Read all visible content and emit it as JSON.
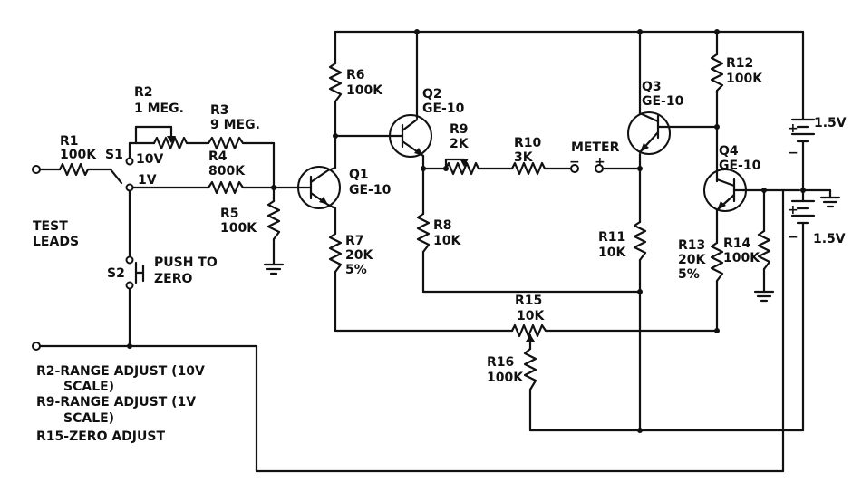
{
  "labels": {
    "r1": [
      "R1",
      "100K"
    ],
    "s1": [
      "S1"
    ],
    "r2": [
      "R2",
      "1 MEG."
    ],
    "s1_10v": [
      "10V"
    ],
    "s1_1v": [
      "1V"
    ],
    "r3": [
      "R3",
      "9 MEG."
    ],
    "r4": [
      "R4",
      "800K"
    ],
    "r5": [
      "R5",
      "100K"
    ],
    "test_leads": [
      "TEST",
      "LEADS"
    ],
    "s2": [
      "S2"
    ],
    "push_to_zero": [
      "PUSH TO",
      "ZERO"
    ],
    "r6": [
      "R6",
      "100K"
    ],
    "q1": [
      "Q1",
      "GE-10"
    ],
    "r7": [
      "R7",
      "20K",
      "5%"
    ],
    "q2": [
      "Q2",
      "GE-10"
    ],
    "r9": [
      "R9",
      "2K"
    ],
    "r10": [
      "R10",
      "3K"
    ],
    "meter": [
      "METER"
    ],
    "r8": [
      "R8",
      "10K"
    ],
    "q3": [
      "Q3",
      "GE-10"
    ],
    "r11": [
      "R11",
      "10K"
    ],
    "r12": [
      "R12",
      "100K"
    ],
    "q4": [
      "Q4",
      "GE-10"
    ],
    "r13": [
      "R13",
      "20K",
      "5%"
    ],
    "r14": [
      "R14",
      "100K"
    ],
    "r15": [
      "R15",
      "10K"
    ],
    "r16": [
      "R16",
      "100K"
    ],
    "batt_top": [
      "1.5V"
    ],
    "batt_bot": [
      "1.5V"
    ]
  },
  "signs": {
    "meter_minus": "−",
    "meter_plus": "+",
    "bt_plus": "+",
    "bt_minus": "−",
    "bb_plus": "+",
    "bb_minus": "−"
  },
  "notes": [
    "R2-RANGE ADJUST (10V",
    "SCALE)",
    "R9-RANGE ADJUST (1V",
    "SCALE)",
    "R15-ZERO ADJUST"
  ]
}
